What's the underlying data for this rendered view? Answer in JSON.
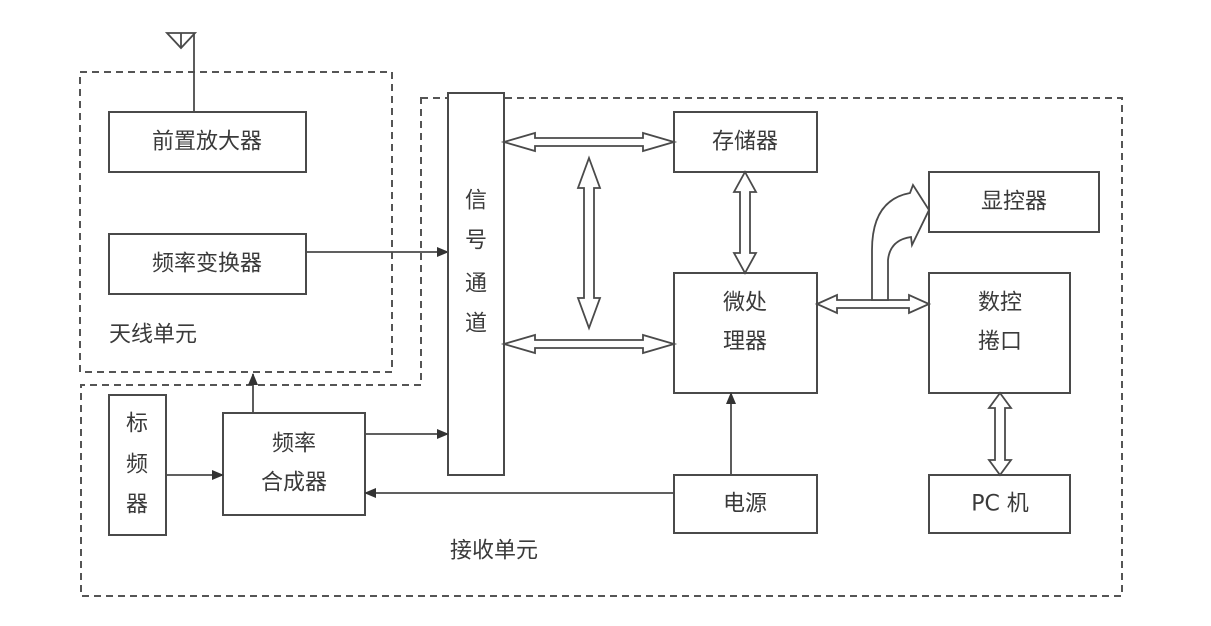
{
  "diagram": {
    "regions": {
      "antenna_unit": "天线单元",
      "receiver_unit": "接收单元"
    },
    "blocks": {
      "preamplifier": "前置放大器",
      "frequency_converter": "频率变换器",
      "signal_channel": [
        "信",
        "号",
        "通",
        "道"
      ],
      "memory": "存储器",
      "microprocessor": [
        "微处",
        "理器"
      ],
      "display_controller": "显控器",
      "nc_interface": [
        "数控",
        "捲口"
      ],
      "reference_oscillator": [
        "标",
        "频",
        "器"
      ],
      "frequency_synthesizer": [
        "频率",
        "合成器"
      ],
      "power_supply": "电源",
      "pc": "PC 机"
    },
    "connections": [
      {
        "from": "antenna",
        "to": "前置放大器",
        "type": "line"
      },
      {
        "from": "频率变换器",
        "to": "信号通道",
        "type": "arrow"
      },
      {
        "from": "频率合成器",
        "to": "天线单元",
        "type": "arrow"
      },
      {
        "from": "标频器",
        "to": "频率合成器",
        "type": "arrow"
      },
      {
        "from": "频率合成器",
        "to": "信号通道",
        "type": "arrow"
      },
      {
        "from": "电源",
        "to": "频率合成器",
        "type": "arrow"
      },
      {
        "from": "电源",
        "to": "微处理器",
        "type": "arrow"
      },
      {
        "from": "信号通道",
        "to": "存储器",
        "type": "bidirectional-bus"
      },
      {
        "from": "信号通道",
        "to": "微处理器",
        "type": "bidirectional-bus"
      },
      {
        "from": "存储器",
        "to": "微处理器",
        "type": "bidirectional-bus"
      },
      {
        "from": "bus",
        "to": "bus",
        "type": "bidirectional-bus",
        "note": "vertical bus between channel buses"
      },
      {
        "from": "微处理器",
        "to": "数控捲口",
        "type": "bidirectional-bus"
      },
      {
        "from": "microprocessor bus",
        "to": "显控器",
        "type": "curved-bus"
      },
      {
        "from": "数控捲口",
        "to": "PC 机",
        "type": "bidirectional-bus"
      }
    ]
  }
}
